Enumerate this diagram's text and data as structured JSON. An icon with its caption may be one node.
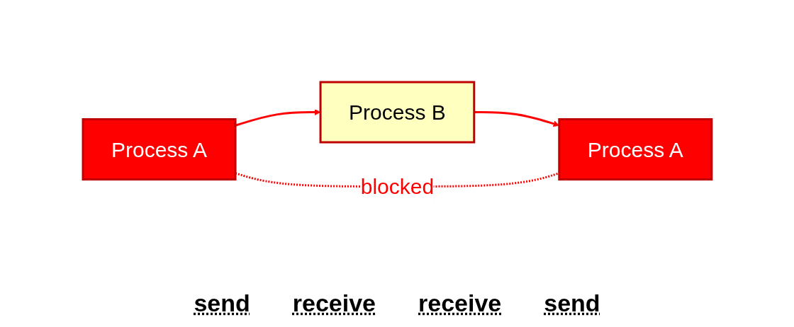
{
  "diagram": {
    "nodes": [
      {
        "text": [
          "Process A"
        ]
      },
      {
        "text": [
          "Process A"
        ]
      },
      {
        "text": [
          "Process B"
        ]
      }
    ],
    "edges": [
      {
        "from": 0,
        "to": 2,
        "arrow": "to"
      },
      {
        "from": 2,
        "to": 1,
        "arrow": "to"
      },
      {
        "from": 0,
        "to": 1,
        "arrow": "none",
        "label": "blocked",
        "style": "dashed"
      }
    ],
    "labels": [
      "send",
      "receive",
      "receive",
      "send"
    ]
  }
}
